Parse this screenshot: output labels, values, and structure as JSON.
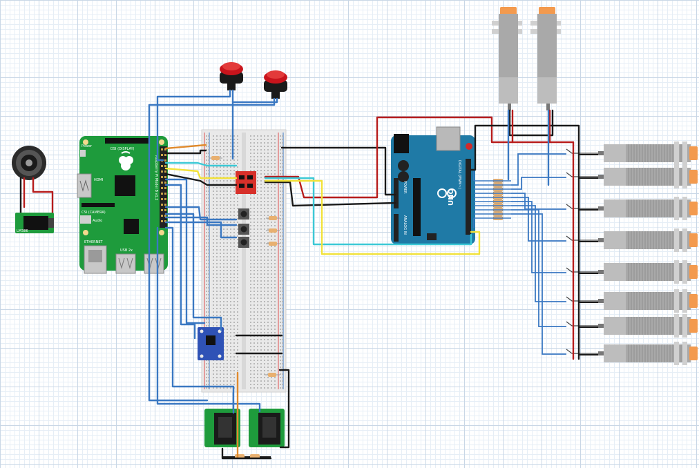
{
  "colors": {
    "wire_blue": "#3a78c2",
    "wire_red": "#b71c1c",
    "wire_black": "#1a1a1a",
    "wire_yellow": "#f2e23a",
    "wire_cyan": "#3cc9d6",
    "wire_orange": "#e08a2c",
    "pcb_green": "#1e9b3c",
    "arduino_blue": "#1f7aa6",
    "button_red": "#c8141c"
  },
  "components": {
    "raspberry_pi": {
      "board_label": "Raspberry Pi Model B v1.2",
      "hdmi_label": "HDMI",
      "display_label": "DSI (DISPLAY)",
      "camera_label": "CSI (CAMERA)",
      "usb_label": "USB 2x",
      "ethernet_label": "ETHERNET",
      "power_label": "Power",
      "audio_label": "Audio"
    },
    "arduino": {
      "uno_label": "UNO",
      "power_header_label": "POWER",
      "analog_header_label": "ANALOG IN",
      "digital_header_label": "DIGITAL (PWM~)"
    },
    "audio_module_label": "LM386"
  }
}
